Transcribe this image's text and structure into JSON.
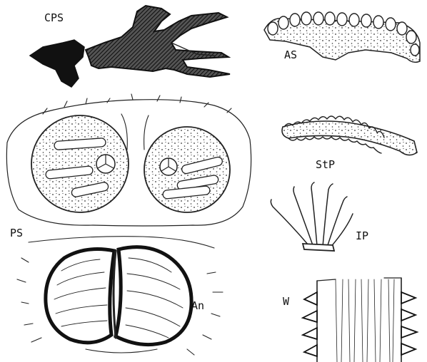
{
  "labels": {
    "cps": "CPS",
    "as": "AS",
    "stp": "StP",
    "ps": "PS",
    "ip": "IP",
    "an": "An",
    "w": "W"
  },
  "colors": {
    "ink": "#222222",
    "paper": "#ffffff"
  }
}
